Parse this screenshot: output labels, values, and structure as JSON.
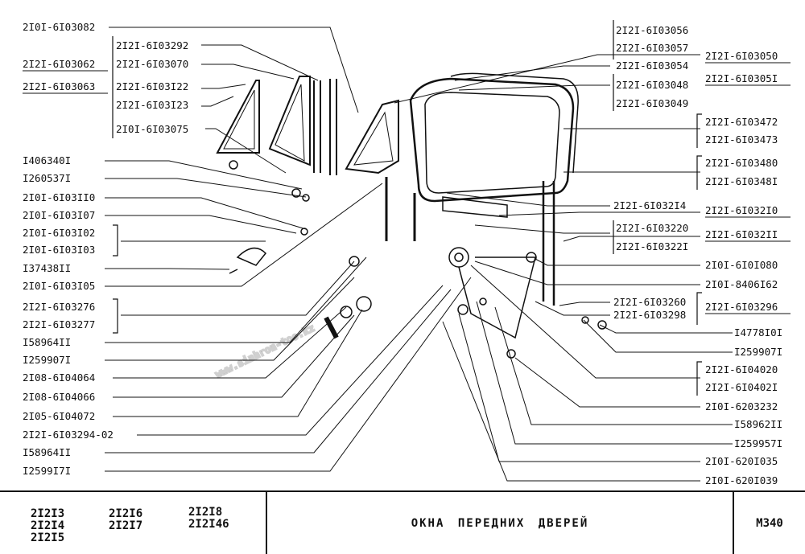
{
  "watermark": "www.sinhron-too.kz",
  "labels_left": [
    "2I0I-6I03082",
    "2I2I-6I03292",
    "2I2I-6I03062",
    "2I2I-6I03070",
    "2I2I-6I03063",
    "2I2I-6I03I22",
    "2I2I-6I03I23",
    "2I0I-6I03075",
    "I406340I",
    "I260537I",
    "2I0I-6I03II0",
    "2I0I-6I03I07",
    "2I0I-6I03I02",
    "2I0I-6I03I03",
    "I37438II",
    "2I0I-6I03I05",
    "2I2I-6I03276",
    "2I2I-6I03277",
    "I58964II",
    "I259907I",
    "2I08-6I04064",
    "2I08-6I04066",
    "2I05-6I04072",
    "2I2I-6I03294-02",
    "I58964II",
    "I2599I7I"
  ],
  "labels_right": [
    "2I2I-6I03056",
    "2I2I-6I03057",
    "2I2I-6I03050",
    "2I2I-6I03054",
    "2I2I-6I03048",
    "2I2I-6I0305I",
    "2I2I-6I03049",
    "2I2I-6I03472",
    "2I2I-6I03473",
    "2I2I-6I03480",
    "2I2I-6I0348I",
    "2I2I-6I032I4",
    "2I2I-6I032I0",
    "2I2I-6I03220",
    "2I2I-6I032II",
    "2I2I-6I0322I",
    "2I0I-6I0I080",
    "2I0I-8406I62",
    "2I2I-6I03260",
    "2I2I-6I03296",
    "2I2I-6I03298",
    "I4778I0I",
    "I259907I",
    "2I2I-6I04020",
    "2I2I-6I0402I",
    "2I0I-6203232",
    "I58962II",
    "I259957I",
    "2I0I-620I035",
    "2I0I-620I039"
  ],
  "title_block": {
    "models": [
      "2I2I3",
      "2I2I4",
      "2I2I5",
      "2I2I6",
      "2I2I7",
      "2I2I8",
      "2I2I46"
    ],
    "title": "ОКНА  ПЕРЕДНИХ  ДВЕРЕЙ",
    "sheet_code": "M340"
  }
}
